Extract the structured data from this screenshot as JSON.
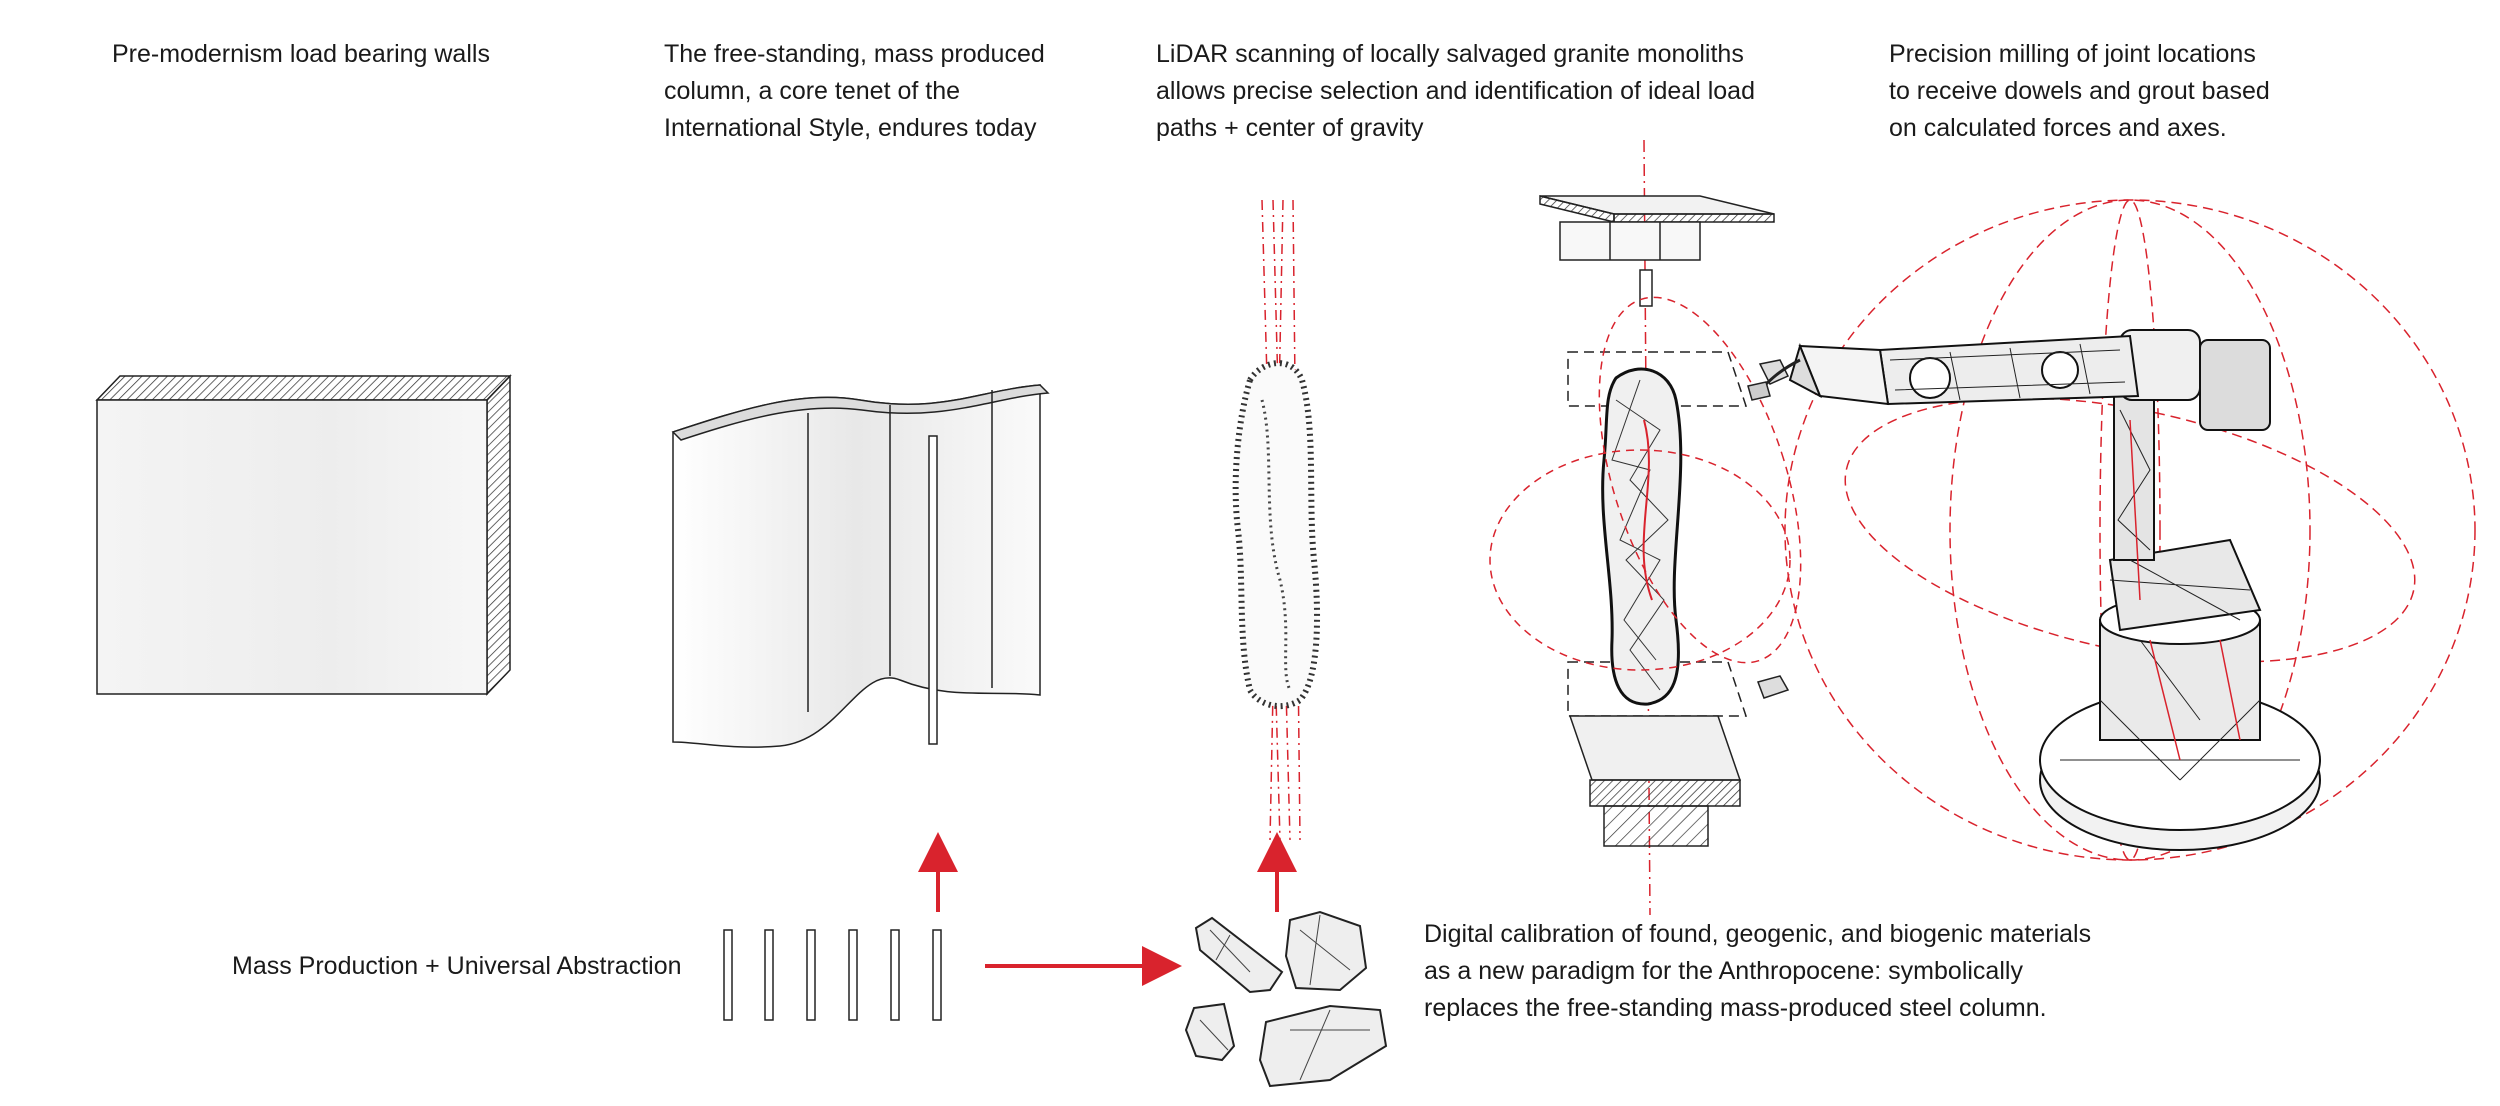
{
  "captions": {
    "wall": "Pre-modernism load bearing walls",
    "column": [
      "The free-standing, mass produced",
      "column, a core tenet of the",
      "International Style, endures today"
    ],
    "lidar": [
      "LiDAR scanning of locally salvaged granite monoliths",
      "allows precise selection and identification of ideal load",
      "paths + center of gravity"
    ],
    "milling": [
      "Precision milling of joint locations",
      "to receive dowels and grout based",
      "on calculated forces and axes."
    ],
    "mass_production": "Mass Production + Universal Abstraction",
    "digital": [
      "Digital calibration of found, geogenic, and biogenic materials",
      "as a new paradigm for the Anthropocene: symbolically",
      "replaces the free-standing mass-produced steel column."
    ]
  },
  "colors": {
    "accent_red": "#d9232d",
    "line": "#222222",
    "fill_light": "#f2f2f2"
  }
}
